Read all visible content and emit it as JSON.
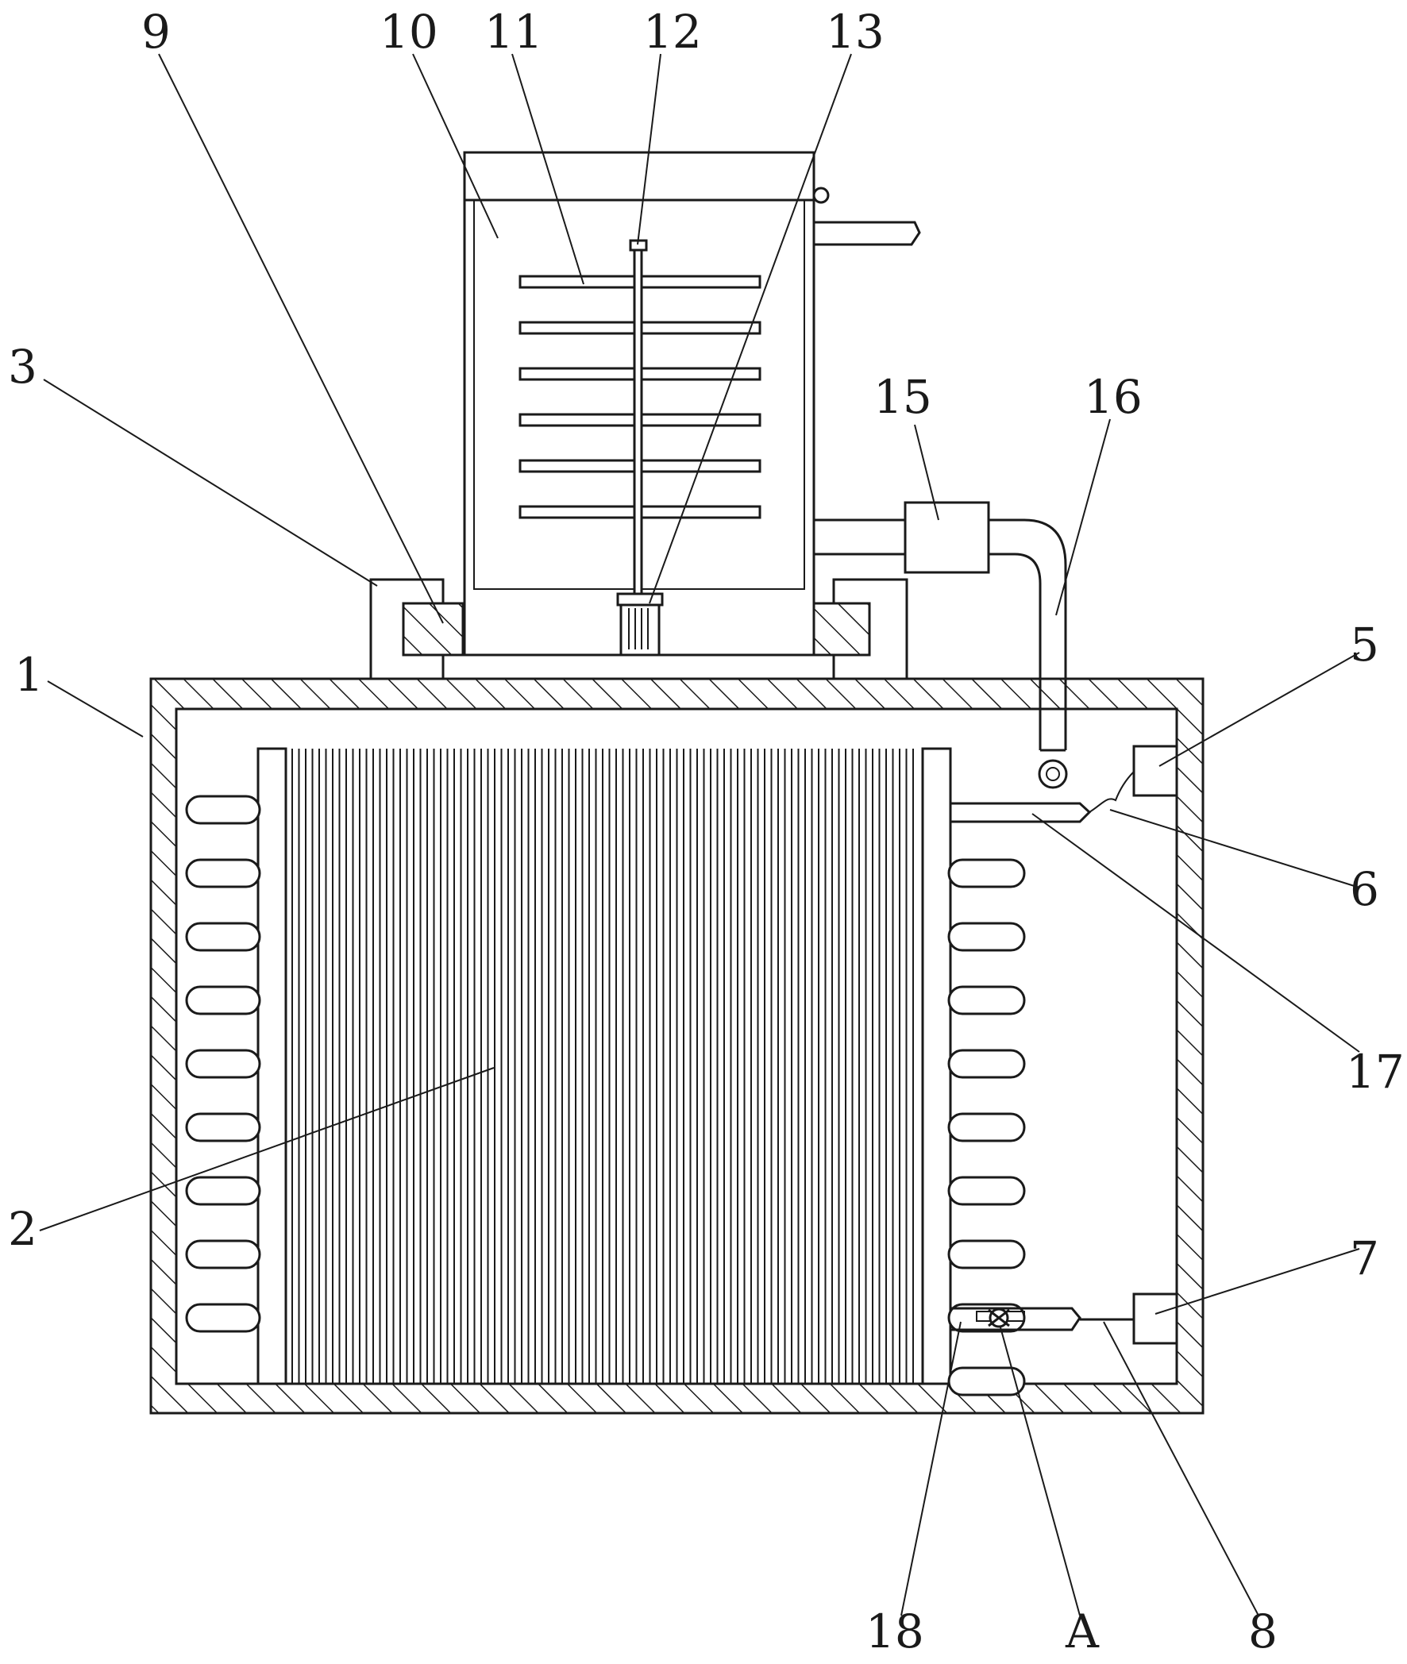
{
  "labels": {
    "n1": "1",
    "n2": "2",
    "n3": "3",
    "n5": "5",
    "n6": "6",
    "n7": "7",
    "n8": "8",
    "n9": "9",
    "n10": "10",
    "n11": "11",
    "n12": "12",
    "n13": "13",
    "n15": "15",
    "n16": "16",
    "n17": "17",
    "n18": "18",
    "nA": "A"
  }
}
